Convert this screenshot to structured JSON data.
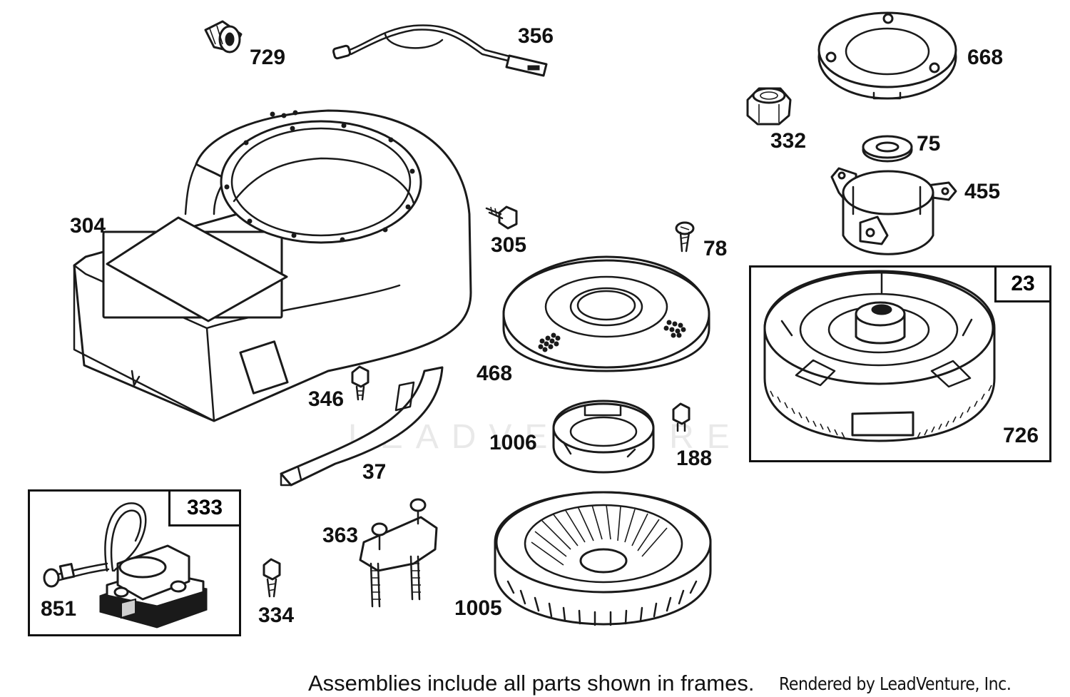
{
  "labels": {
    "p729": "729",
    "p356": "356",
    "p668": "668",
    "p332": "332",
    "p75": "75",
    "p455": "455",
    "p304": "304",
    "p305": "305",
    "p78": "78",
    "p468": "468",
    "p346": "346",
    "p1006": "1006",
    "p188": "188",
    "p37": "37",
    "p726": "726",
    "p363": "363",
    "p851": "851",
    "p334": "334",
    "p1005": "1005"
  },
  "frames": {
    "flywheel_tag": "23",
    "ignition_tag": "333"
  },
  "watermark": "LEADVENTURE",
  "footer": {
    "note": "Assemblies include all parts shown in frames.",
    "credit": "Rendered by LeadVenture, Inc."
  }
}
